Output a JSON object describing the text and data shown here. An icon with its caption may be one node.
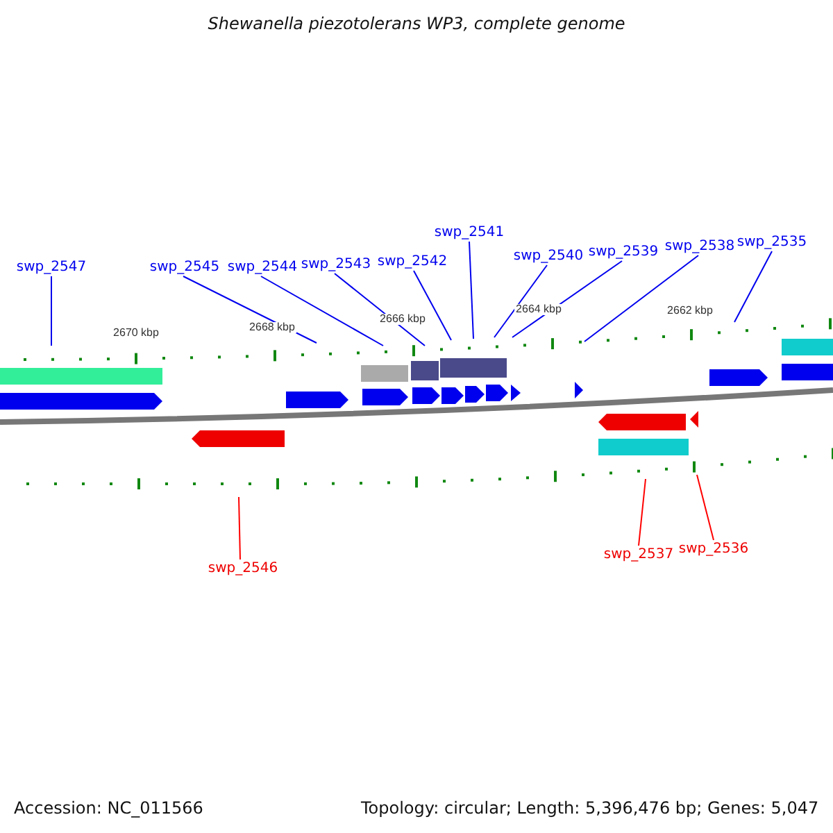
{
  "diagram": {
    "title": "Shewanella piezotolerans WP3, complete genome",
    "nodes": [
      {
        "text": [
          "swp_2547"
        ]
      },
      {
        "text": [
          "swp_2545"
        ]
      },
      {
        "text": [
          "swp_2544"
        ]
      },
      {
        "text": [
          "swp_2543"
        ]
      },
      {
        "text": [
          "swp_2542"
        ]
      },
      {
        "text": [
          "swp_2541"
        ]
      },
      {
        "text": [
          "swp_2540"
        ]
      },
      {
        "text": [
          "swp_2539"
        ]
      },
      {
        "text": [
          "swp_2538"
        ]
      },
      {
        "text": [
          "swp_2535"
        ]
      },
      {
        "text": [
          "swp_2546"
        ]
      },
      {
        "text": [
          "swp_2537"
        ]
      },
      {
        "text": [
          "swp_2536"
        ]
      }
    ],
    "edges": [
      {
        "from": 0,
        "to": null,
        "arrow": "none"
      },
      {
        "from": 1,
        "to": null,
        "arrow": "none"
      },
      {
        "from": 2,
        "to": null,
        "arrow": "none"
      },
      {
        "from": 3,
        "to": null,
        "arrow": "none"
      },
      {
        "from": 4,
        "to": null,
        "arrow": "none"
      },
      {
        "from": 5,
        "to": null,
        "arrow": "none"
      },
      {
        "from": 6,
        "to": null,
        "arrow": "none"
      },
      {
        "from": 7,
        "to": null,
        "arrow": "none"
      },
      {
        "from": 8,
        "to": null,
        "arrow": "none"
      },
      {
        "from": 9,
        "to": null,
        "arrow": "none"
      },
      {
        "from": 10,
        "to": null,
        "arrow": "none",
        "color": "#ff0000"
      },
      {
        "from": 11,
        "to": null,
        "arrow": "none",
        "color": "#ff0000"
      },
      {
        "from": 12,
        "to": null,
        "arrow": "none",
        "color": "#ff0000"
      }
    ],
    "labels": [
      "2670 kbp",
      "2668 kbp",
      "2666 kbp",
      "2664 kbp",
      "2662 kbp",
      "Accession: NC_011566",
      "Topology: circular; Length: 5,396,476 bp; Genes: 5,047"
    ]
  }
}
